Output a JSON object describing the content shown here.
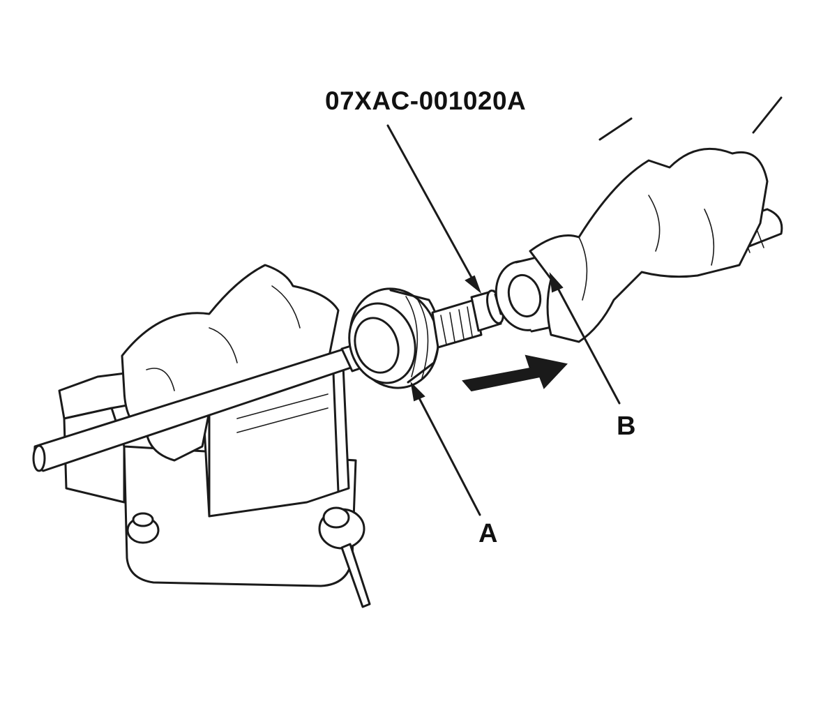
{
  "labels": {
    "tool_number": "07XAC-001020A",
    "part_a": "A",
    "part_b": "B"
  },
  "colors": {
    "line": "#1a1a1a",
    "background": "#ffffff",
    "arrow_fill": "#1a1a1a"
  }
}
